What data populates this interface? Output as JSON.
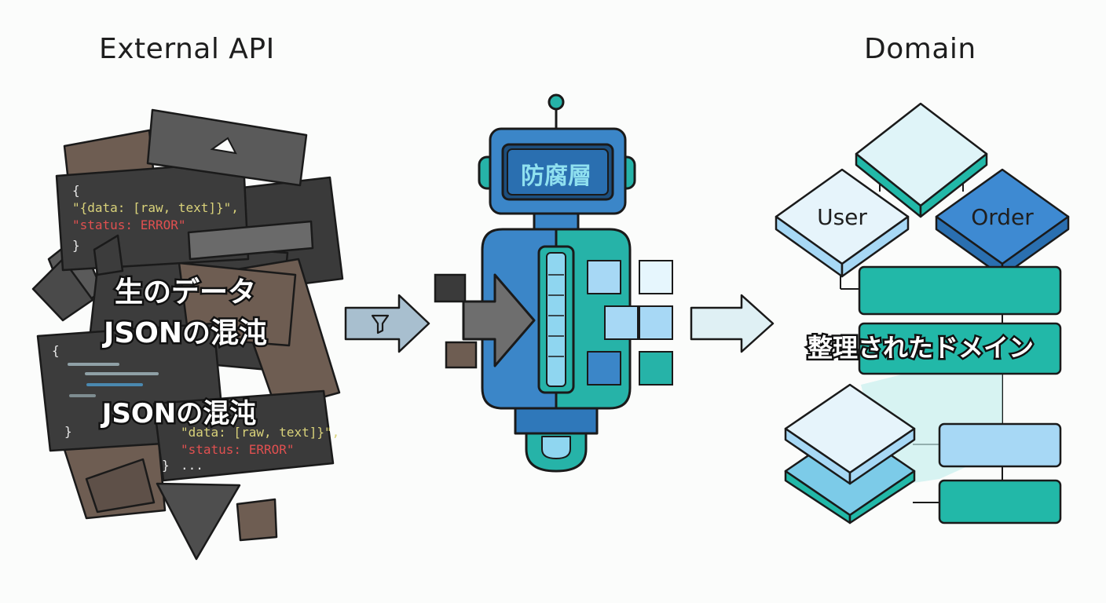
{
  "titles": {
    "external": "External API",
    "domain": "Domain"
  },
  "external": {
    "code_top": [
      "{",
      "\"{data: [raw, text]}\",",
      "\"status: ERROR\"",
      "}"
    ],
    "code_bottom": [
      "\"data: [raw, text]}\",",
      "\"status: ERROR\"",
      "...",
      "}"
    ],
    "code_bottom_brace_open": "{",
    "code_bottom_brace_close": "}",
    "label_raw": "生のデータ",
    "label_json_1": "JSONの混沌",
    "label_json_2": "JSONの混沌"
  },
  "acl": {
    "screen_label": "防腐層"
  },
  "domain": {
    "entity_user": "User",
    "entity_order": "Order",
    "label": "整理されたドメイン"
  },
  "colors": {
    "chaos_dark": "#3c3c3c",
    "chaos_brown": "#6e5d52",
    "robot_blue": "#3b86c8",
    "robot_teal": "#26b3a8",
    "domain_teal": "#22b8a8",
    "domain_light": "#dff4f8",
    "domain_blue": "#3e8ad2",
    "error_red": "#e05050",
    "code_yellow": "#d9d27a"
  },
  "icons": [
    "filter-icon",
    "arrow-right-icon",
    "antenna-icon"
  ]
}
